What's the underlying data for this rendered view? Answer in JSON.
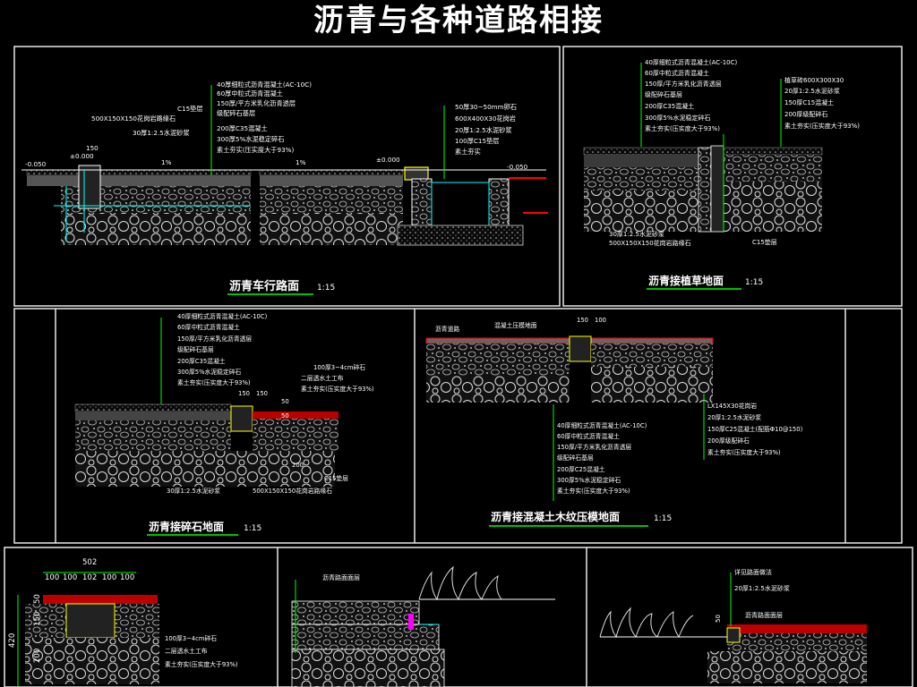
{
  "title": "沥青与各种道路相接",
  "panels": {
    "p1": {
      "caption": "沥青车行路面",
      "scale": "1:15",
      "layers_left": [
        "40厚细粒式沥青混凝土(AC-10C)",
        "60厚中粒式沥青混凝土",
        "150厚/平方米乳化沥青透层",
        "级配碎石基层",
        "200厚C35混凝土",
        "300厚5%水泥稳定碎石",
        "素土夯实(压实度大于93%)"
      ],
      "curb": "500X150X150花岗岩路缘石",
      "curb_label": "C15垫层",
      "mortar": "30厚1:2.5水泥砂浆",
      "layers_right": [
        "50厚30~50mm卵石",
        "600X400X30花岗岩",
        "20厚1:2.5水泥砂浆",
        "100厚C15垫层",
        "素土夯实"
      ],
      "dims": [
        "-0.050",
        "±0.000",
        "150",
        "1%",
        "1%",
        "±0.000",
        "-0.050"
      ]
    },
    "p2": {
      "caption": "沥青接植草地面",
      "scale": "1:15",
      "layers_left": [
        "40厚细粒式沥青混凝土(AC-10C)",
        "60厚中粒式沥青混凝土",
        "150厚/平方米乳化沥青透层",
        "级配碎石基层",
        "200厚C35混凝土",
        "300厚5%水泥稳定碎石",
        "素土夯实(压实度大于93%)"
      ],
      "layers_right": [
        "植草砖600X300X30",
        "20厚1:2.5水泥砂浆",
        "150厚C15混凝土",
        "200厚级配碎石",
        "素土夯实(压实度大于93%)"
      ],
      "mortar": "30厚1:2.5水泥砂浆",
      "curb": "500X150X150花岗岩路缘石",
      "pad": "C15垫层"
    },
    "p3": {
      "caption": "沥青接碎石地面",
      "scale": "1:15",
      "layers": [
        "40厚细粒式沥青混凝土(AC-10C)",
        "60厚中粒式沥青混凝土",
        "150厚/平方米乳化沥青透层",
        "级配碎石基层",
        "200厚C35混凝土",
        "300厚5%水泥稳定碎石",
        "素土夯实(压实度大于93%)"
      ],
      "right": [
        "100厚3~4cm碎石",
        "二层透水土工布",
        "素土夯实(压实度大于93%)"
      ],
      "dims": [
        "150",
        "150",
        "50",
        "50",
        "200"
      ],
      "mortar": "30厚1:2.5水泥砂浆",
      "curb": "500X150X150花岗岩路缘石",
      "pad": "C15垫层"
    },
    "p4": {
      "caption": "沥青接混凝土木纹压模地面",
      "scale": "1:15",
      "top_left": "沥青道路",
      "top_right": "混凝土压模地面",
      "dims": [
        "150",
        "100"
      ],
      "layers_bottom": [
        "40厚细粒式沥青混凝土(AC-10C)",
        "60厚中粒式沥青混凝土",
        "150厚/平方米乳化沥青透层",
        "级配碎石基层",
        "200厚C25混凝土",
        "300厚5%水泥稳定碎石",
        "素土夯实(压实度大于93%)"
      ],
      "layers_right": [
        "LX145X30花岗岩",
        "20厚1:2.5水泥砂浆",
        "150厚C25混凝土(配筋Φ10@150)",
        "200厚级配碎石",
        "素土夯实(压实度大于93%)"
      ]
    },
    "p5": {
      "width": "502",
      "dims_top": [
        "100",
        "100",
        "102",
        "100",
        "100"
      ],
      "dims_left": [
        "420",
        "50",
        "150",
        "200"
      ],
      "layers": [
        "100厚3~4cm碎石",
        "二层透水土工布",
        "素土夯实(压实度大于93%)"
      ]
    },
    "p6": {
      "label": "沥青路面面层"
    },
    "p7": {
      "labels": [
        "详见路面做法",
        "20厚1:2.5水泥砂浆",
        "沥青路面面层"
      ],
      "dim": "50"
    }
  },
  "colors": {
    "green": "#00ff00",
    "white": "#ffffff",
    "cyan": "#00ffff",
    "yellow": "#ffff00",
    "red": "#ff0000",
    "gray": "#9a9a9a"
  }
}
